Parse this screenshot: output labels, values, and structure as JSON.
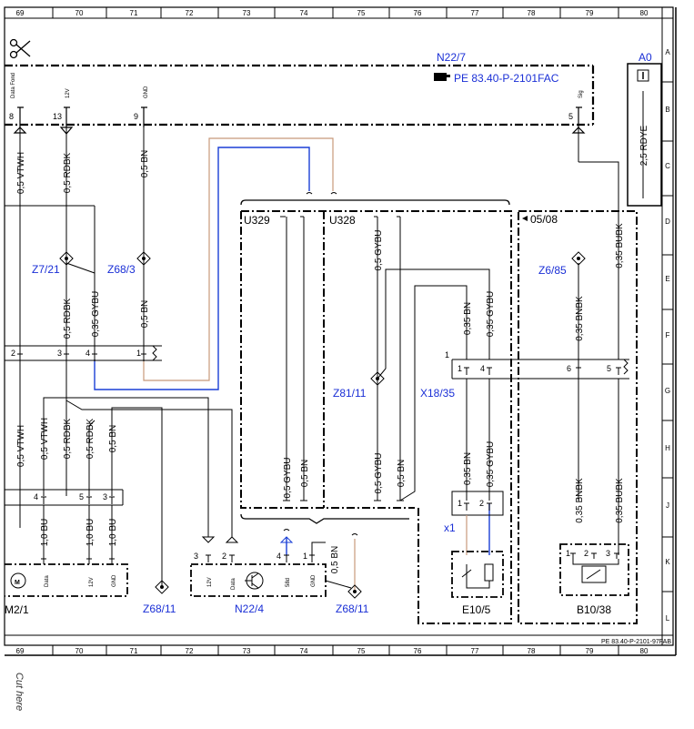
{
  "grid": {
    "columns": [
      "69",
      "70",
      "71",
      "72",
      "73",
      "74",
      "75",
      "76",
      "77",
      "78",
      "79",
      "80"
    ],
    "rows": [
      "A",
      "B",
      "C",
      "D",
      "E",
      "F",
      "G",
      "H",
      "J",
      "K",
      "L"
    ]
  },
  "components": {
    "n22_7": "N22/7",
    "n22_7_ref": "PE 83.40-P-2101FAC",
    "a0": "A0",
    "a0_wire": "2,5 RDYE",
    "u329": "U329",
    "u328": "U328",
    "ref_0508": "05/08",
    "z7_21": "Z7/21",
    "z68_3": "Z68/3",
    "z6_85": "Z6/85",
    "z81_11": "Z81/11",
    "x18_35": "X18/35",
    "x1": "x1",
    "e10_5": "E10/5",
    "b10_38": "B10/38",
    "n22_4": "N22/4",
    "z68_11a": "Z68/11",
    "z68_11b": "Z68/11",
    "m2_1": "M2/1",
    "doc_ref": "PE 83.40-P-2101-97FAB",
    "cut_here": "Cut here"
  },
  "top_pins": {
    "data_fond": "Data Fond",
    "v12": "12V",
    "gnd": "GND",
    "sig": "Sig",
    "p8": "8",
    "p13": "13",
    "p9": "9",
    "p5": "5"
  },
  "wires": {
    "vtwh_top": "0,5 VTWH",
    "rdbk_top": "0,5 RDBK",
    "bn_top": "0,5 BN",
    "bubk_right": "0,35 BUBK",
    "rdbk_z7": "0,5 RDBK",
    "gybu_z7": "0,35 GYBU",
    "bn_z68": "0,5 BN",
    "gybu_u328": "0,5 GYBU",
    "bn_x18": "0,35 BN",
    "gybu_x18": "0,35 GYBU",
    "bnbk_z6": "0,35 BNBK",
    "vtwh_mid": "0,5 VTWH",
    "vtwh_low": "0,5 VTWH",
    "rdbk_mid": "0,5 RDBK",
    "rdbk_low": "0,5 RDBK",
    "bn_low": "0,5 BN",
    "gybu_u329": "0,5 GYBU",
    "bn_u329": "0,5 BN",
    "gybu_u328b": "0,5 GYBU",
    "bn_u328b": "0,5 BN",
    "bn_x18b": "0,35 BN",
    "gybu_x18b": "0,35 GYBU",
    "bnbk_b10": "0,35 BNBK",
    "bubk_b10": "0,35 BUBK",
    "bu1": "1,0 BU",
    "bu2": "1,0 BU",
    "bu3": "1,0 BU",
    "bn_n22_4": "0,5 BN"
  },
  "pins": {
    "c2": "2",
    "c3": "3",
    "c4": "4",
    "c1": "1",
    "x18_1": "1",
    "x18_4": "4",
    "x18_6": "6",
    "x18_5": "5",
    "x18_lead": "1",
    "m4": "4",
    "m5": "5",
    "m3": "3",
    "x1_1": "1",
    "x1_2": "2",
    "n3": "3",
    "n2": "2",
    "n4": "4",
    "n1": "1",
    "b1": "1",
    "b2": "2",
    "b3": "3"
  },
  "n22_4_pins": {
    "v12": "12V",
    "data": "Data",
    "v58d": "58d",
    "gnd": "GND"
  },
  "m2_pins": {
    "data": "Data",
    "v12": "12V",
    "gnd": "GND"
  },
  "colors": {
    "blue_wire": "#1a3fd6",
    "brown_wire": "#c8997a",
    "label_blue": "#1a2fd6"
  }
}
